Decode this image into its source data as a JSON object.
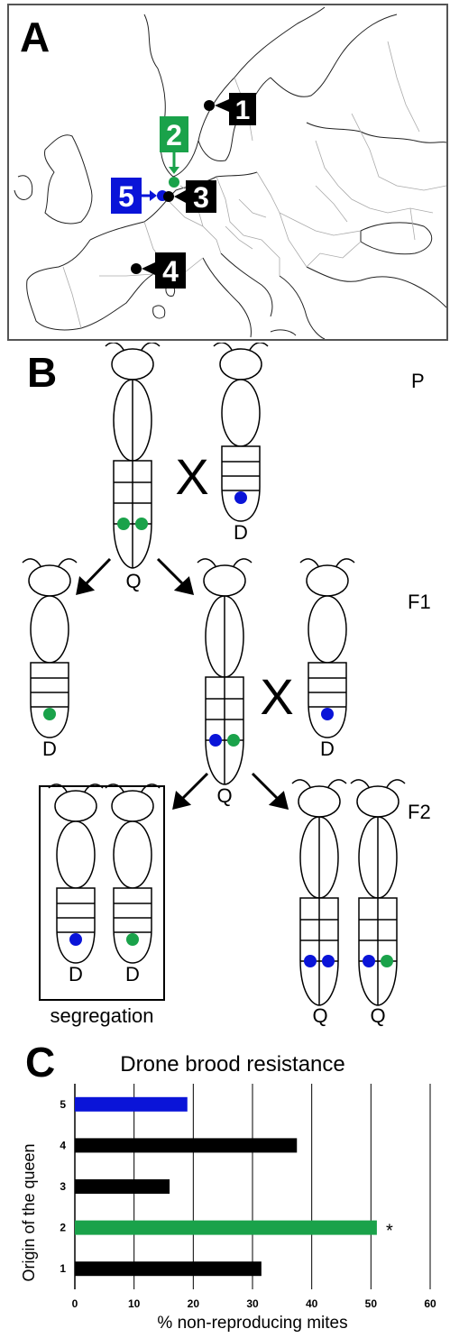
{
  "panels": {
    "a": {
      "label": "A"
    },
    "b": {
      "label": "B"
    },
    "c": {
      "label": "C"
    }
  },
  "map": {
    "markers": [
      {
        "id": "1",
        "color": "#000000"
      },
      {
        "id": "2",
        "color": "#1aa24a"
      },
      {
        "id": "3",
        "color": "#000000"
      },
      {
        "id": "4",
        "color": "#000000"
      },
      {
        "id": "5",
        "color": "#0a14d8"
      }
    ]
  },
  "crossing": {
    "generations": [
      "P",
      "F1",
      "F2"
    ],
    "cross_symbol": "X",
    "queen": "Q",
    "drone": "D",
    "box_caption": "segregation",
    "colors": {
      "blue": "#0a14d8",
      "green": "#1aa24a"
    }
  },
  "chart_data": {
    "type": "bar",
    "orientation": "horizontal",
    "title": "Drone brood resistance",
    "xlabel": "% non-reproducing mites",
    "ylabel": "Origin of the queen",
    "categories": [
      "5",
      "4",
      "3",
      "2",
      "1"
    ],
    "values": [
      19,
      37.5,
      16,
      51,
      31.5
    ],
    "colors": [
      "#0a14d8",
      "#000000",
      "#000000",
      "#1aa24a",
      "#000000"
    ],
    "annotations": [
      "",
      "",
      "",
      "*",
      ""
    ],
    "xlim": [
      0,
      60
    ],
    "xticks": [
      "0",
      "10",
      "20",
      "30",
      "40",
      "50",
      "60"
    ],
    "grid": true
  }
}
